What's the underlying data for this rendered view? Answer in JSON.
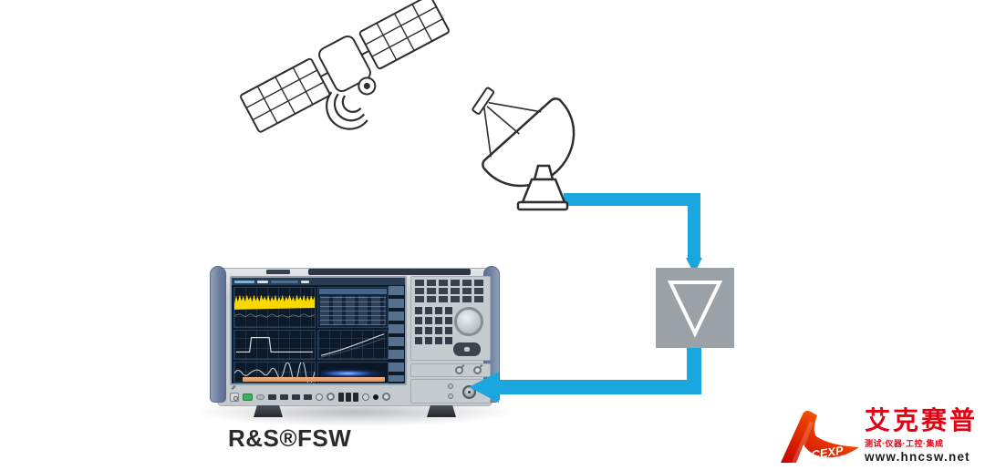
{
  "scene": {
    "background": "#ffffff",
    "type": "satellite-signal-monitoring-setup"
  },
  "diagram": {
    "nodes": [
      {
        "id": "satellite",
        "name": "satellite",
        "icon": "satellite-icon"
      },
      {
        "id": "dish",
        "name": "ground-station-dish",
        "icon": "dish-antenna-icon"
      },
      {
        "id": "amplifier",
        "name": "amplifier-block",
        "icon": "inverted-triangle-icon",
        "box_color": "#9aa2a8",
        "symbol_color": "#ffffff"
      },
      {
        "id": "analyzer",
        "name": "signal-and-spectrum-analyzer",
        "label": "R&S®FSW"
      }
    ],
    "connections": [
      {
        "from": "dish",
        "to": "amplifier",
        "style": "cable",
        "arrow": true
      },
      {
        "from": "amplifier",
        "to": "analyzer",
        "style": "cable",
        "arrow": true
      }
    ],
    "cable_color": "#1aa7e0"
  },
  "instrument": {
    "label": "R&S®FSW",
    "label_color": "#2b2b2b",
    "screen_accent_colors": {
      "trace_yellow": "#f8d800",
      "spectrogram_blue": "#3f6fd6",
      "bottom_bar_orange": "#e8a06a"
    }
  },
  "watermark": {
    "logo_letters": "CCEXP",
    "brand": "艾克赛普",
    "tagline": "测试·仪器·工控·集成",
    "url": "www.hncsw.net",
    "brand_color": "#e60012",
    "url_color": "#1c1c1c",
    "logo_gradient": [
      "#c80000",
      "#ff7a00"
    ]
  }
}
